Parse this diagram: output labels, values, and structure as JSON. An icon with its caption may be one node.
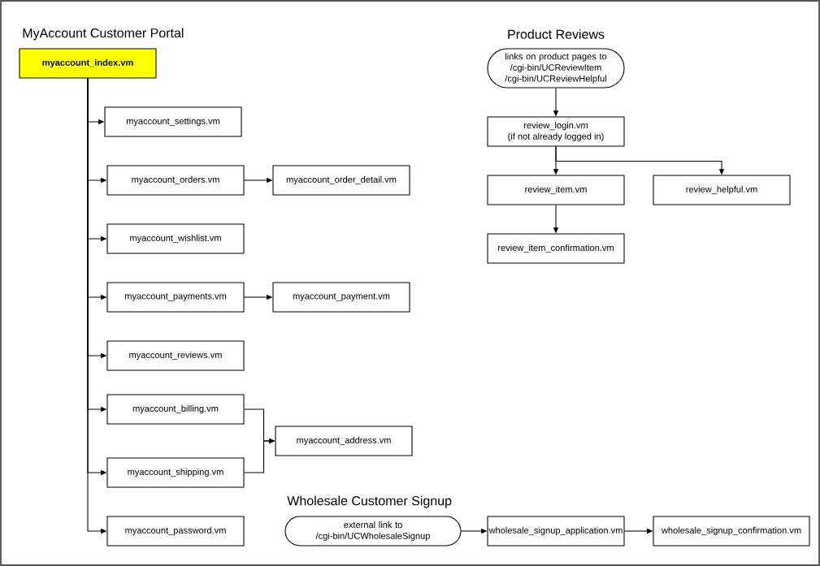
{
  "diagram": {
    "nodes": [
      {
        "text": [
          "myaccount_index.vm"
        ]
      },
      {
        "text": [
          "myaccount_settings.vm"
        ]
      },
      {
        "text": [
          "myaccount_orders.vm"
        ]
      },
      {
        "text": [
          "myaccount_order_detail.vm"
        ]
      },
      {
        "text": [
          "myaccount_wishlist.vm"
        ]
      },
      {
        "text": [
          "myaccount_payments.vm"
        ]
      },
      {
        "text": [
          "myaccount_payment.vm"
        ]
      },
      {
        "text": [
          "myaccount_reviews.vm"
        ]
      },
      {
        "text": [
          "myaccount_billing.vm"
        ]
      },
      {
        "text": [
          "myaccount_address.vm"
        ]
      },
      {
        "text": [
          "myaccount_shipping.vm"
        ]
      },
      {
        "text": [
          "myaccount_password.vm"
        ]
      },
      {
        "text": [
          "links on product pages to /cgi-bin/UCReviewItem /cgi-bin/UCReviewHelpful"
        ]
      },
      {
        "text": [
          "review_login.vm",
          "(if not already logged in)"
        ]
      },
      {
        "text": [
          "review_item.vm"
        ]
      },
      {
        "text": [
          "review_helpful.vm"
        ]
      },
      {
        "text": [
          "review_item_confirmation.vm"
        ]
      },
      {
        "text": [
          "external link to /cgi-bin/UCWholesaleSignup"
        ]
      },
      {
        "text": [
          "wholesale_signup_application.vm"
        ]
      },
      {
        "text": [
          "wholesale_signup_confirmation.vm"
        ]
      }
    ],
    "edges": [
      {
        "from": 0,
        "to": 1,
        "arrow": "to"
      },
      {
        "from": 0,
        "to": 2,
        "arrow": "to"
      },
      {
        "from": 2,
        "to": 3,
        "arrow": "to"
      },
      {
        "from": 0,
        "to": 4,
        "arrow": "to"
      },
      {
        "from": 0,
        "to": 5,
        "arrow": "to"
      },
      {
        "from": 5,
        "to": 6,
        "arrow": "to"
      },
      {
        "from": 0,
        "to": 7,
        "arrow": "to"
      },
      {
        "from": 0,
        "to": 8,
        "arrow": "to"
      },
      {
        "from": 8,
        "to": 9,
        "arrow": "to"
      },
      {
        "from": 0,
        "to": 10,
        "arrow": "to"
      },
      {
        "from": 10,
        "to": 9,
        "arrow": "to"
      },
      {
        "from": 0,
        "to": 11,
        "arrow": "to"
      },
      {
        "from": 12,
        "to": 13,
        "arrow": "to"
      },
      {
        "from": 13,
        "to": 14,
        "arrow": "to"
      },
      {
        "from": 13,
        "to": 15,
        "arrow": "to"
      },
      {
        "from": 14,
        "to": 16,
        "arrow": "to"
      },
      {
        "from": 17,
        "to": 18,
        "arrow": "to"
      },
      {
        "from": 18,
        "to": 19,
        "arrow": "to"
      }
    ],
    "labels": [
      "MyAccount Customer Portal",
      "Product Reviews",
      "Wholesale Customer Signup"
    ]
  }
}
